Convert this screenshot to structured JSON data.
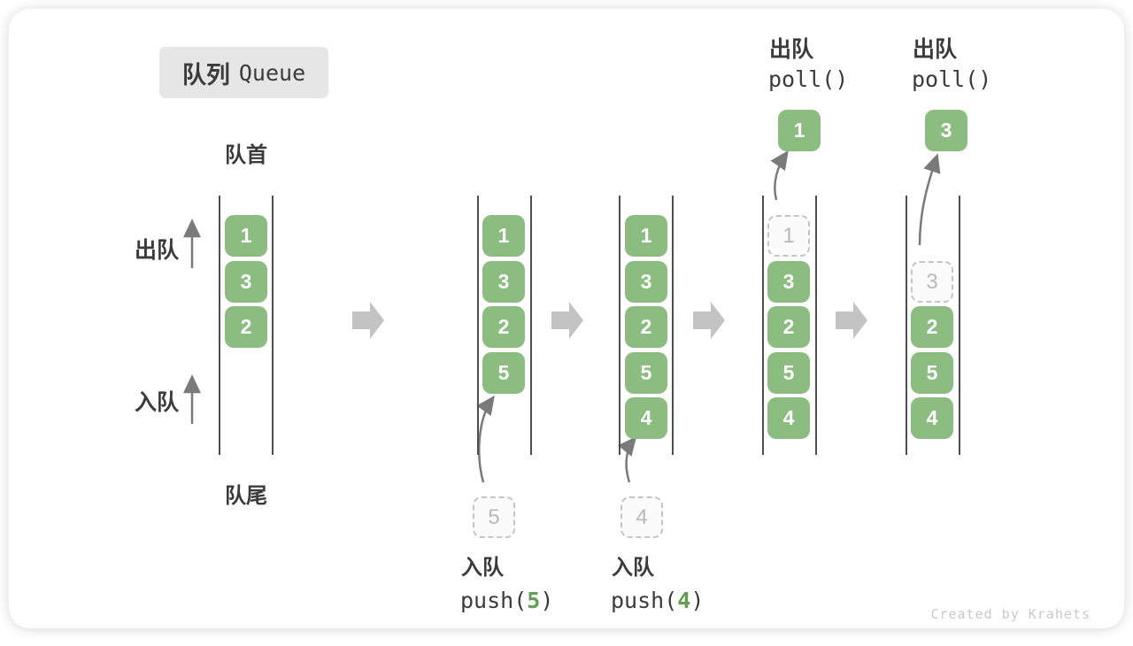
{
  "title": {
    "zh": "队列",
    "en": "Queue"
  },
  "labels": {
    "front": "队首",
    "rear": "队尾",
    "dequeue_side": "出队",
    "enqueue_side": "入队"
  },
  "operations": {
    "push5": {
      "label": "入队",
      "pre": "push(",
      "arg": "5",
      "post": ")"
    },
    "push4": {
      "label": "入队",
      "pre": "push(",
      "arg": "4",
      "post": ")"
    },
    "poll1": {
      "label": "出队",
      "code": "poll()",
      "result": "1"
    },
    "poll2": {
      "label": "出队",
      "code": "poll()",
      "result": "3"
    }
  },
  "states": {
    "s1": {
      "cells": [
        "1",
        "3",
        "2"
      ]
    },
    "s2": {
      "cells": [
        "1",
        "3",
        "2",
        "5"
      ],
      "incoming": "5"
    },
    "s3": {
      "cells": [
        "1",
        "3",
        "2",
        "5",
        "4"
      ],
      "incoming": "4"
    },
    "s4": {
      "removed": "1",
      "cells": [
        "3",
        "2",
        "5",
        "4"
      ]
    },
    "s5": {
      "removed": "3",
      "cells": [
        "2",
        "5",
        "4"
      ]
    }
  },
  "watermark": "Created by Krahets",
  "colors": {
    "green": "#8CBD80",
    "green_dark": "#5FA052",
    "text": "#3B3B3B",
    "wall": "#4E4E4E",
    "dashed_border": "#C5C5C5",
    "block_arrow": "#C3C3C3",
    "arrow": "#7A7A7A",
    "badge_bg": "#E6E6E6",
    "watermark": "#C9C9C9"
  }
}
